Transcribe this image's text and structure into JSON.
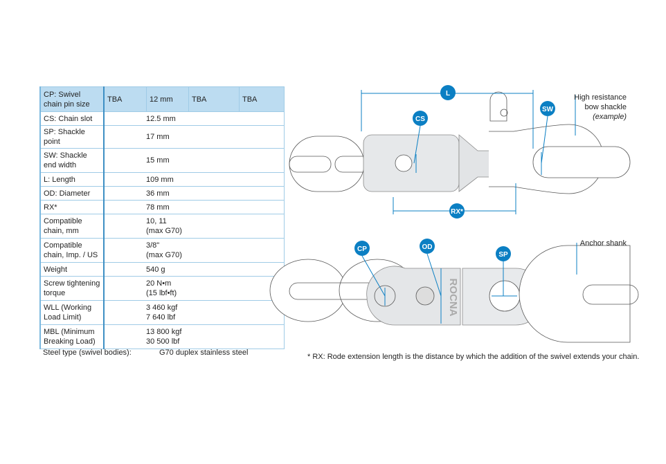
{
  "table": {
    "header": {
      "label": "CP: Swivel chain pin size",
      "values": [
        "TBA",
        "12 mm",
        "TBA",
        "TBA"
      ]
    },
    "rows": [
      {
        "label": "CS: Chain slot",
        "value": "12.5 mm"
      },
      {
        "label": "SP: Shackle point",
        "value": "17 mm"
      },
      {
        "label": "SW: Shackle end width",
        "value": "15 mm"
      },
      {
        "label": "L: Length",
        "value": "109 mm"
      },
      {
        "label": "OD: Diameter",
        "value": "36 mm"
      },
      {
        "label": "RX*",
        "value": "78 mm"
      },
      {
        "label": "Compatible chain, mm",
        "value": "10, 11",
        "value2": "(max G70)"
      },
      {
        "label": "Compatible chain, Imp. / US",
        "value": "3/8\"",
        "value2": "(max G70)"
      },
      {
        "label": "Weight",
        "value": "540 g"
      },
      {
        "label": "Screw tightening torque",
        "value": "20 N•m",
        "value2": "(15 lbf•ft)"
      },
      {
        "label": "WLL (Working Load Limit)",
        "value": "3 460 kgf",
        "value2": "7 640 lbf"
      },
      {
        "label": "MBL (Minimum Breaking Load)",
        "value": "13 800 kgf",
        "value2": "30 500 lbf"
      }
    ],
    "steel_label": "Steel type (swivel bodies):",
    "steel_value": "G70 duplex stainless steel"
  },
  "diagram": {
    "badges": {
      "L": "L",
      "CS": "CS",
      "SW": "SW",
      "RX": "RX*",
      "CP": "CP",
      "OD": "OD",
      "SP": "SP"
    },
    "shackle_label1": "High resistance",
    "shackle_label2": "bow shackle",
    "shackle_label3": "(example)",
    "anchor_label": "Anchor shank",
    "brand": "ROCNA",
    "accent": "#0b7fc3",
    "footnote": "* RX: Rode extension length is the distance by which the addition of the swivel extends your chain."
  }
}
